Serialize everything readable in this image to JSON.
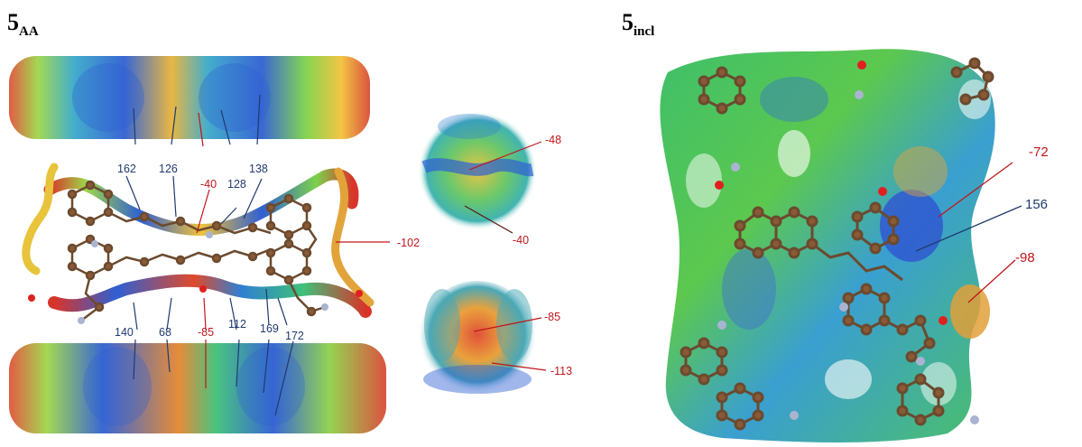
{
  "panels": {
    "left": {
      "label_main": "5",
      "label_sub": "AA"
    },
    "right": {
      "label_main": "5",
      "label_sub": "incl"
    }
  },
  "colors": {
    "positive": "#1f3a6e",
    "negative": "#c0161a"
  },
  "left_annotations": {
    "blue": [
      "162",
      "126",
      "128",
      "138",
      "140",
      "68",
      "112",
      "169",
      "172"
    ],
    "red": [
      "-40",
      "-102",
      "-85"
    ]
  },
  "insets": {
    "top": [
      "-48",
      "-40"
    ],
    "bottom": [
      "-85",
      "-113"
    ]
  },
  "right_annotations": {
    "red_top": "-72",
    "blue": "156",
    "red_bottom": "-98"
  }
}
